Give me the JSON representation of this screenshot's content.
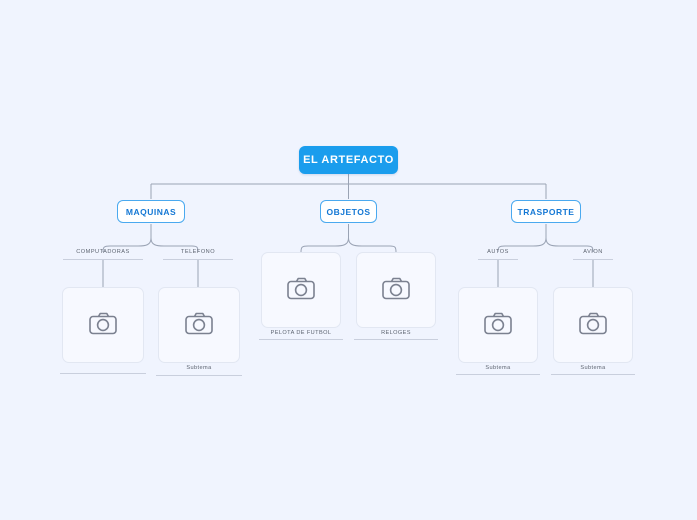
{
  "mindmap": {
    "root": {
      "label": "EL ARTEFACTO"
    },
    "branches": [
      {
        "label": "MAQUINAS"
      },
      {
        "label": "OBJETOS"
      },
      {
        "label": "TRASPORTE"
      }
    ],
    "leaves": [
      {
        "label": "COMPUTADORAS"
      },
      {
        "label": "TELEFONO"
      },
      {
        "label": "AUTOS"
      },
      {
        "label": "AVION"
      }
    ],
    "cards": [
      {
        "icon": "camera-icon",
        "caption": ""
      },
      {
        "icon": "camera-icon",
        "caption": "Subtema"
      },
      {
        "icon": "camera-icon",
        "caption": "PELOTA DE FUTBOL"
      },
      {
        "icon": "camera-icon",
        "caption": "RELOGES"
      },
      {
        "icon": "camera-icon",
        "caption": "Subtema"
      },
      {
        "icon": "camera-icon",
        "caption": "Subtema"
      }
    ],
    "colors": {
      "background": "#f0f4fe",
      "root_fill": "#1a9ded",
      "root_text": "#ffffff",
      "branch_border": "#4aa9ef",
      "branch_text": "#1377d4",
      "connector": "#9aa3b4",
      "label_text": "#5d6470",
      "card_border": "#e2e7f2"
    }
  }
}
